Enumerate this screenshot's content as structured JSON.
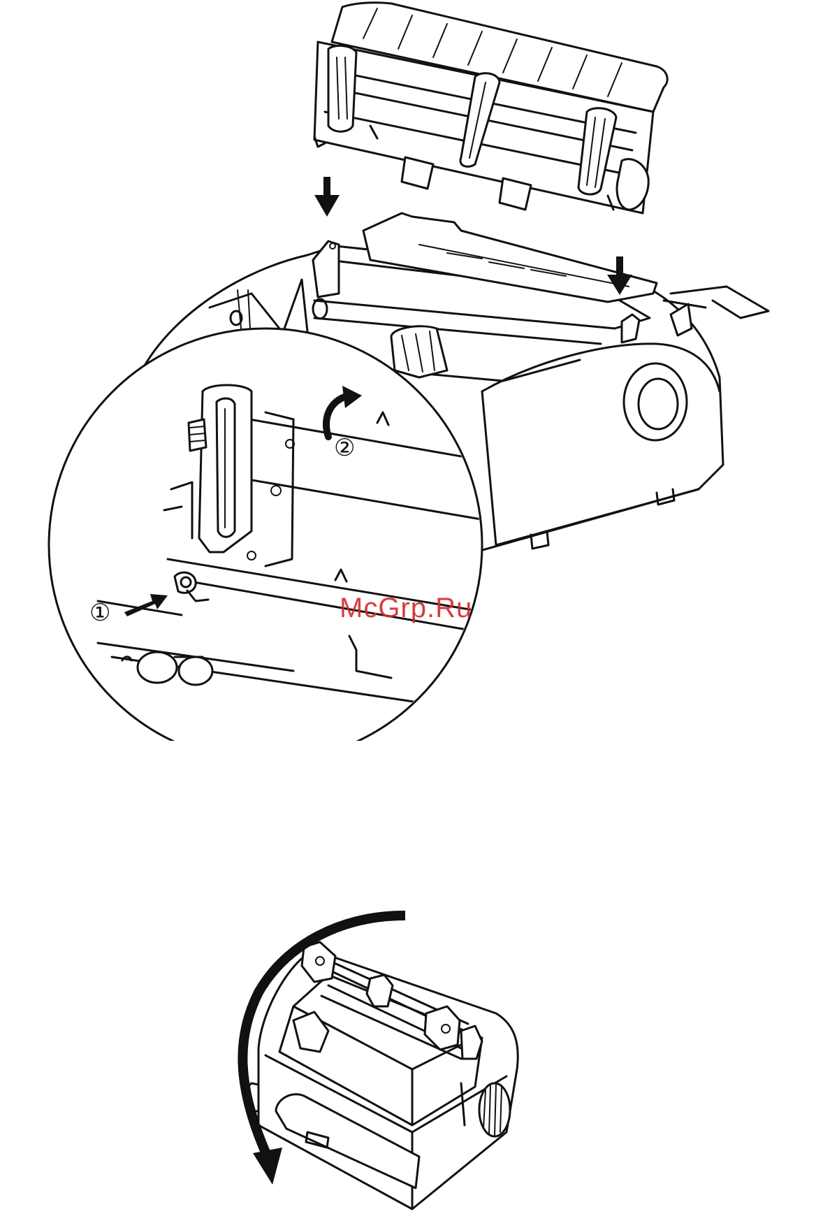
{
  "figure_top": {
    "step_1_marker": "①",
    "step_2_marker": "②"
  },
  "watermark": {
    "text": "McGrp.Ru",
    "color": "#d32a2a"
  },
  "colors": {
    "line": "#111111",
    "background": "#ffffff"
  }
}
